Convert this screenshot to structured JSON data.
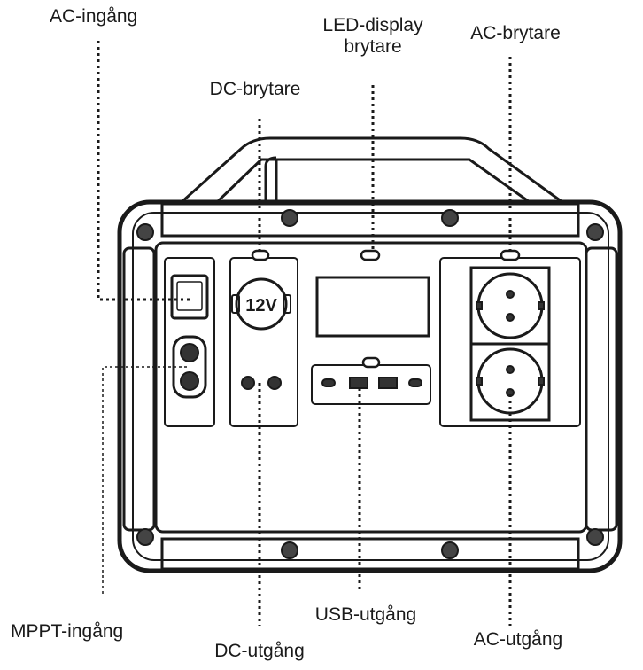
{
  "labels": {
    "ac_input": "AC-ingång",
    "led_display_switch_line1": "LED-display",
    "led_display_switch_line2": "brytare",
    "ac_switch_top": "AC-brytare",
    "dc_switch": "DC-brytare",
    "mppt_input": "MPPT-ingång",
    "dc_output": "DC-utgång",
    "usb_output": "USB-utgång",
    "ac_output": "AC-utgång"
  },
  "device": {
    "dc_socket_text": "12V"
  },
  "colors": {
    "line": "#1a1a1a",
    "device_fill": "#ffffff",
    "background": "#ffffff"
  }
}
